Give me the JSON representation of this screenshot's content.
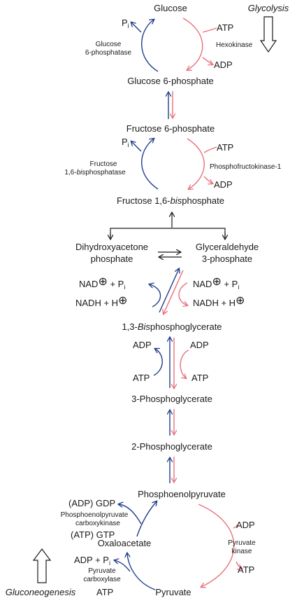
{
  "metabolites": {
    "glucose": "Glucose",
    "g6p": "Glucose 6-phosphate",
    "f6p": "Fructose 6-phosphate",
    "fbp_pre": "Fructose 1,6-",
    "fbp_bis": "bis",
    "fbp_post": "phosphate",
    "dhap_1": "Dihydroxyacetone",
    "dhap_2": "phosphate",
    "gap_1": "Glyceraldehyde",
    "gap_2": "3-phosphate",
    "bpg_pre": "1,3-",
    "bpg_bis": "Bis",
    "bpg_post": "phosphoglycerate",
    "pg3": "3-Phosphoglycerate",
    "pg2": "2-Phosphoglycerate",
    "pep": "Phosphoenolpyruvate",
    "oaa": "Oxaloacetate",
    "pyruvate": "Pyruvate"
  },
  "cofactors": {
    "pi": "P",
    "pi_sub": "i",
    "atp": "ATP",
    "adp": "ADP",
    "nad": "NAD",
    "nadh": "NADH + H",
    "plus_pi": " + P",
    "gdp": "(ADP) GDP",
    "gtp": "(ATP) GTP",
    "adp_pi": "ADP + P"
  },
  "enzymes": {
    "hexokinase": "Hexokinase",
    "g6pase_1": "Glucose",
    "g6pase_2": "6-phosphatase",
    "pfk": "Phosphofructokinase-1",
    "fbpase_1": "Fructose",
    "fbpase_2_pre": "1,6-",
    "fbpase_2_bis": "bis",
    "fbpase_2_post": "phosphatase",
    "pepck_1": "Phosphoenolpyruvate",
    "pepck_2": "carboxykinase",
    "pyk_1": "Pyruvate",
    "pyk_2": "kinase",
    "pc_1": "Pyruvate",
    "pc_2": "carboxylase"
  },
  "pathways": {
    "glycolysis": "Glycolysis",
    "gluconeogenesis": "Gluconeogenesis"
  },
  "colors": {
    "glycolysis_arrow": "#e8707a",
    "gluconeogenesis_arrow": "#1f3d8a"
  }
}
